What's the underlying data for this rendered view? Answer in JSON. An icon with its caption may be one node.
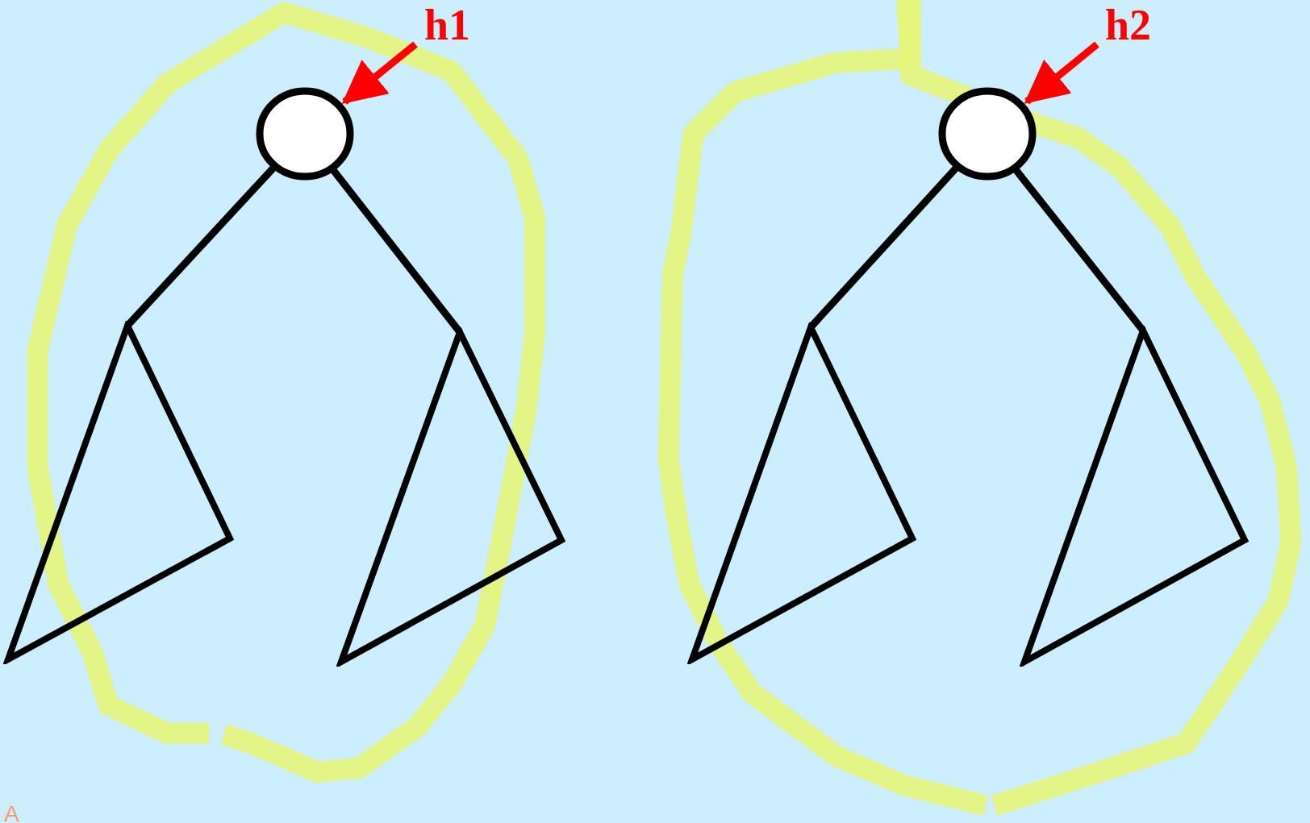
{
  "diagram": {
    "nodes": [
      {
        "text": [
          "h1"
        ]
      },
      {
        "text": [],
        "shape": "circle"
      },
      {
        "text": [],
        "shape": "triangle"
      },
      {
        "text": [],
        "shape": "triangle"
      },
      {
        "text": [
          "h2"
        ]
      },
      {
        "text": [],
        "shape": "circle"
      },
      {
        "text": [],
        "shape": "triangle"
      },
      {
        "text": [],
        "shape": "triangle"
      }
    ],
    "edges": [
      {
        "from": 0,
        "to": 1,
        "arrow": "to",
        "color": "#ff0000"
      },
      {
        "from": 1,
        "to": 2,
        "arrow": "none"
      },
      {
        "from": 1,
        "to": 3,
        "arrow": "none"
      },
      {
        "from": 4,
        "to": 5,
        "arrow": "to",
        "color": "#ff0000"
      },
      {
        "from": 5,
        "to": 6,
        "arrow": "none"
      },
      {
        "from": 5,
        "to": 7,
        "arrow": "none"
      }
    ],
    "labels": [
      "A"
    ]
  }
}
